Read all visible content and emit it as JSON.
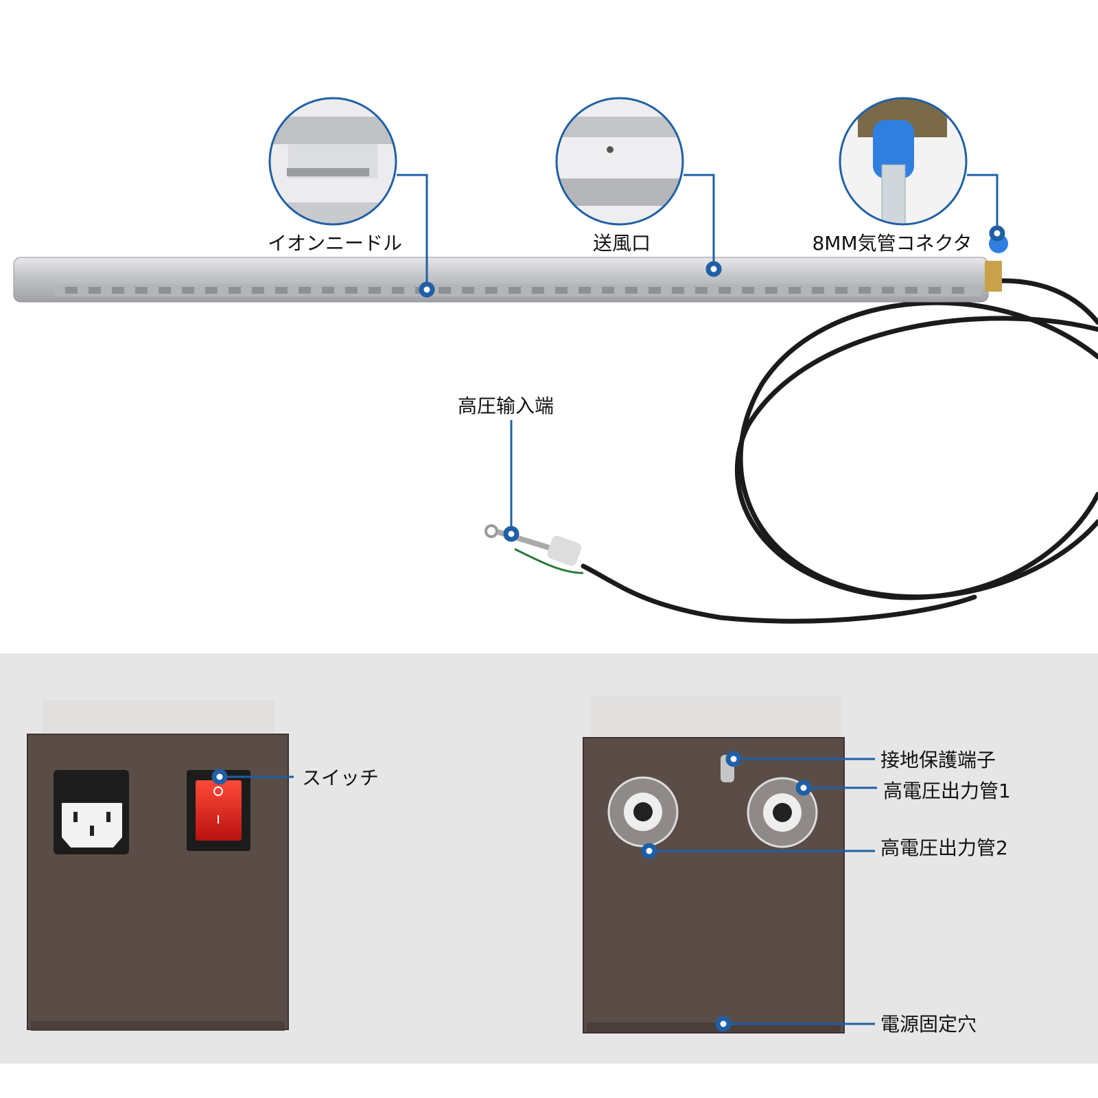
{
  "callouts": {
    "ion_needle": "イオンニードル",
    "air_outlet": "送風口",
    "air_connector": "8MM気管コネクタ",
    "hv_input": "高圧输入端",
    "switch": "スイッチ",
    "ground_terminal": "接地保護端子",
    "hv_output_1": "高電圧出力管1",
    "hv_output_2": "高電圧出力管2",
    "mounting_hole": "電源固定穴"
  },
  "colors": {
    "accent": "#1f5fa6",
    "bar": "#c9cacc",
    "box": "#5a4d48",
    "switch": "#e0201b",
    "panel_bg": "#e6e6e6"
  }
}
